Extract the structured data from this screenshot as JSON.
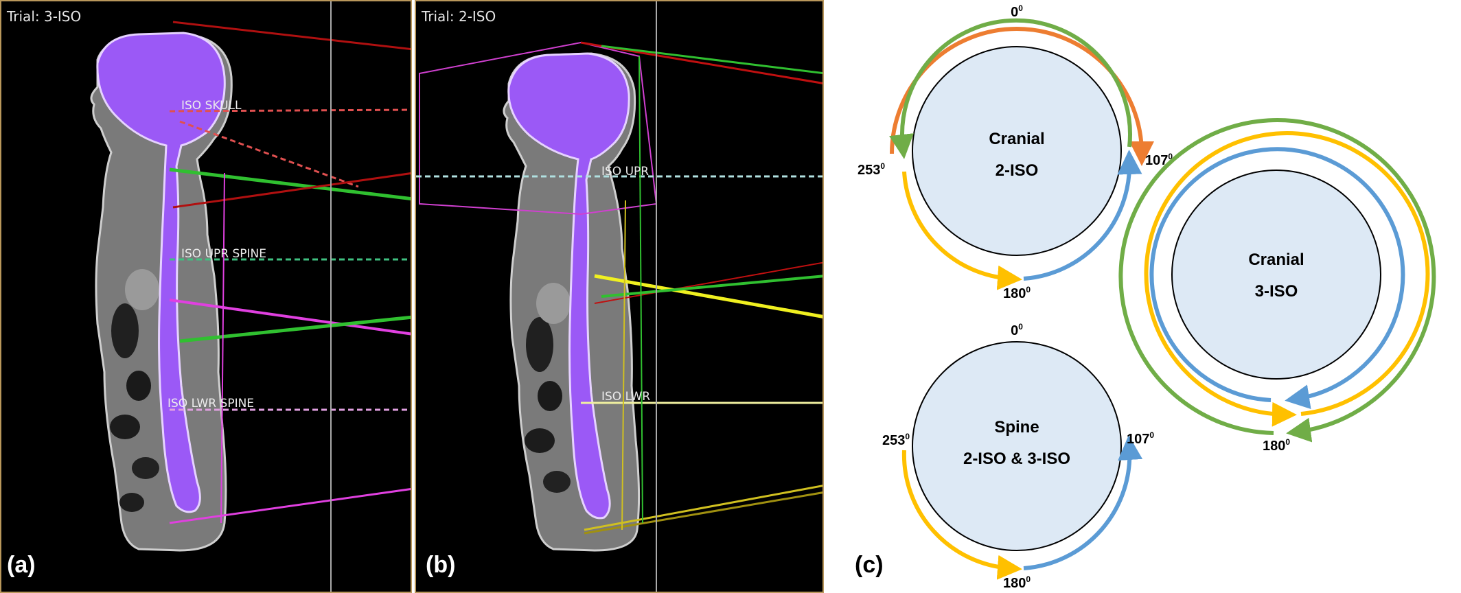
{
  "panel_a": {
    "trial_label": "Trial: 3-ISO",
    "iso_labels": [
      "ISO SKULL",
      "ISO UPR SPINE",
      "ISO LWR SPINE"
    ],
    "tag": "(a)"
  },
  "panel_b": {
    "trial_label": "Trial: 2-ISO",
    "iso_labels": [
      "ISO UPR",
      "ISO LWR"
    ],
    "tag": "(b)"
  },
  "panel_c": {
    "tag": "(c)",
    "cranial_2iso": {
      "title": "Cranial",
      "subtitle": "2-ISO",
      "angle_top": "0",
      "angle_left": "253",
      "angle_right": "107",
      "angle_bottom": "180"
    },
    "cranial_3iso": {
      "title": "Cranial",
      "subtitle": "3-ISO",
      "angle_bottom": "180"
    },
    "spine": {
      "title": "Spine",
      "subtitle": "2-ISO & 3-ISO",
      "angle_top": "0",
      "angle_left": "253",
      "angle_right": "107",
      "angle_bottom": "180"
    },
    "degree_mark": "0"
  },
  "colors": {
    "orange": "#ed7d31",
    "green": "#70ad47",
    "yellow": "#ffc000",
    "blue": "#5b9bd5",
    "circle_fill": "#dde9f5",
    "body_purple": "#9b59f6",
    "panel_border": "#b9975b"
  }
}
